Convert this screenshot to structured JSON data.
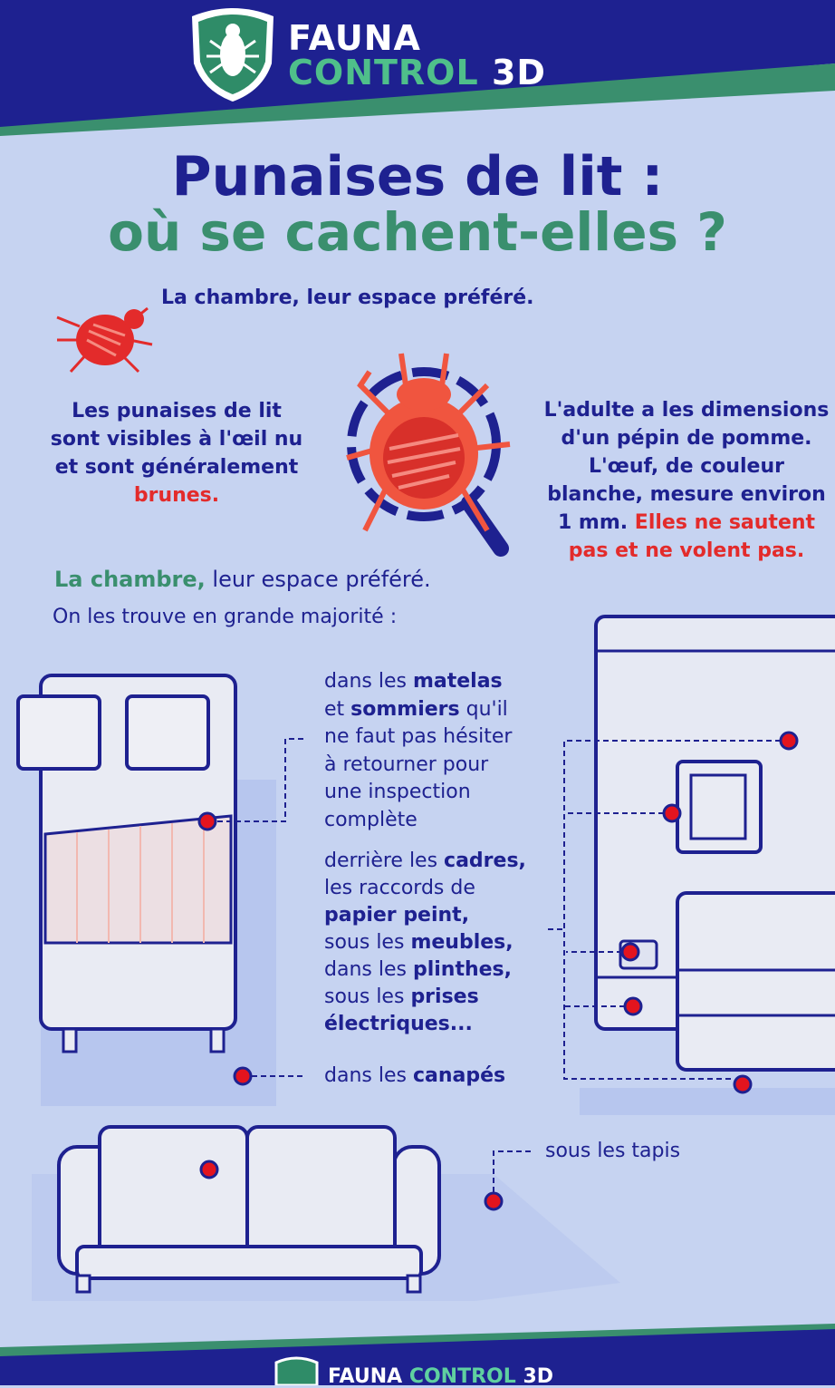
{
  "brand": {
    "name_line1": "FAUNA",
    "name_line2": "CONTROL",
    "name_suffix": "3D"
  },
  "title": {
    "line1": "Punaises de lit :",
    "line2": "où se cachent-elles ?"
  },
  "intro_heading": "La chambre, leur espace préféré.",
  "left_info": {
    "line1": "Les punaises de lit",
    "line2": "sont visibles à l'œil nu",
    "line3": "et sont généralement",
    "highlight": "brunes."
  },
  "right_info": {
    "line1": "L'adulte a les dimensions",
    "line2": "d'un pépin de pomme.",
    "line3": "L'œuf, de couleur",
    "line4": "blanche, mesure environ",
    "line5": "1 mm.",
    "highlight1": "Elles ne sautent",
    "highlight2": "pas et ne volent pas."
  },
  "section": {
    "heading_bold": "La chambre,",
    "heading_rest": " leur espace préféré.",
    "subheading": "On les trouve en grande majorité :"
  },
  "locations": {
    "matelas": [
      "dans les ",
      "matelas",
      "et ",
      "sommiers",
      " qu'il",
      "ne faut pas hésiter",
      "à retourner pour",
      "une inspection",
      "complète"
    ],
    "cadres": [
      "derrière les ",
      "cadres,",
      "les raccords de",
      "papier peint,",
      "sous les ",
      "meubles,",
      "dans les ",
      "plinthes,",
      "sous les ",
      "prises",
      "électriques..."
    ],
    "canapes": [
      "dans les ",
      "canapés"
    ],
    "tapis": "sous les tapis"
  },
  "footer": {
    "name1": "FAUNA",
    "name2": "CONTROL",
    "name3": "3D"
  },
  "colors": {
    "navy": "#1e2190",
    "green": "#3a8f6e",
    "red": "#e32b2b",
    "background": "#c6d3f1"
  }
}
